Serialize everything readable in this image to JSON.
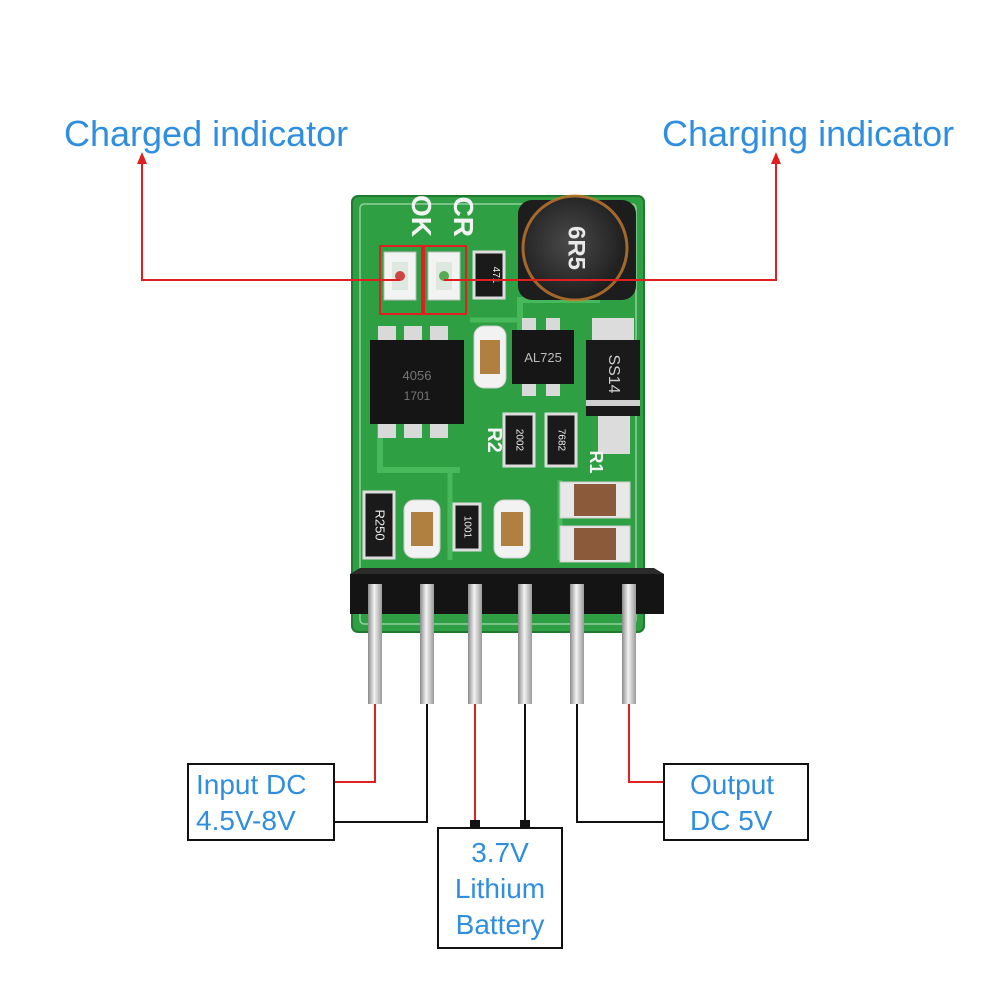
{
  "labels": {
    "charged_indicator": "Charged indicator",
    "charging_indicator": "Charging indicator",
    "input_line1": "Input DC",
    "input_line2": "4.5V-8V",
    "output_line1": "Output",
    "output_line2": "DC 5V",
    "battery_line1": "3.7V",
    "battery_line2": "Lithium",
    "battery_line3": "Battery"
  },
  "board_markings": {
    "ok": "OK",
    "cr": "CR",
    "inductor": "6R5",
    "ic_boost": "AL725",
    "diode": "SS14",
    "ic_charger": "4056",
    "ic_charger_code": "1701",
    "res_r250": "R250",
    "res_1001": "1001",
    "res_2002": "2002",
    "res_7682": "7682",
    "res_471": "471",
    "r2": "R2",
    "r1": "R1"
  },
  "colors": {
    "label_text": "#2f8ee0",
    "pcb_green": "#2e9f43",
    "wire_red": "#e02020",
    "wire_black": "#111111"
  }
}
